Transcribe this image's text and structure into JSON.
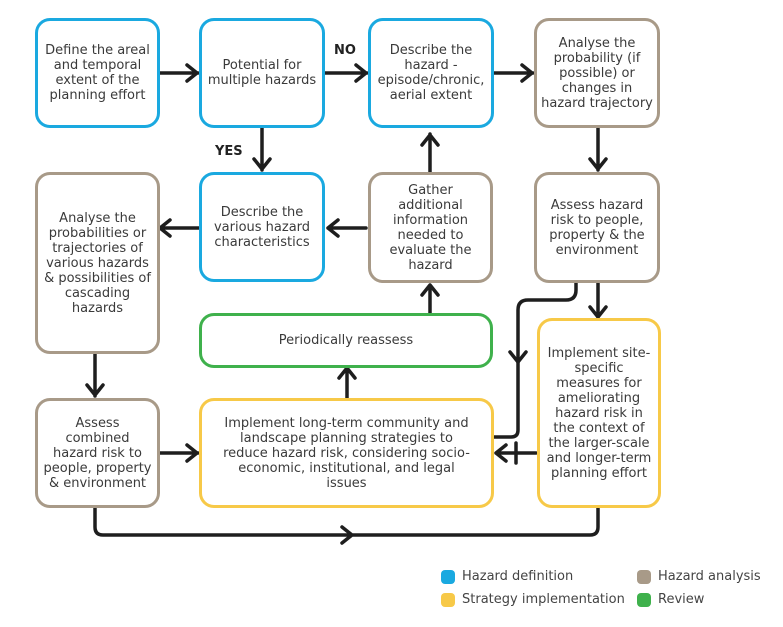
{
  "boxes": {
    "define_extent": "Define the areal and temporal extent of the planning effort",
    "multiple_hazards": "Potential for multiple hazards",
    "describe_hazard": "Describe the hazard - episode/chronic, aerial extent",
    "analyse_probability": "Analyse the probability (if possible) or changes in hazard trajectory",
    "describe_characteristics": "Describe the various hazard characteristics",
    "gather_info": "Gather additional information needed to evaluate the hazard",
    "assess_risk": "Assess hazard risk to people, property & the environment",
    "analyse_cascading": "Analyse the probabilities or trajectories of various hazards & possibilities of cascading hazards",
    "reassess": "Periodically reassess",
    "assess_combined": "Assess combined hazard risk to people, property & environment",
    "implement_long_term": "Implement long-term community and landscape planning strategies to reduce hazard risk, considering socio-economic, institutional, and legal issues",
    "implement_site": "Implement site-specific measures for ameliorating hazard risk in the context of the larger-scale and longer-term planning effort"
  },
  "labels": {
    "no": "NO",
    "yes": "YES"
  },
  "legend": {
    "hazard_definition": "Hazard definition",
    "hazard_analysis": "Hazard analysis",
    "strategy_implementation": "Strategy implementation",
    "review": "Review"
  },
  "colors": {
    "hazard_definition": "#1aa9e0",
    "hazard_analysis": "#a89a88",
    "strategy_implementation": "#f7c948",
    "review": "#3fb14c",
    "arrow": "#1e1e1e"
  }
}
